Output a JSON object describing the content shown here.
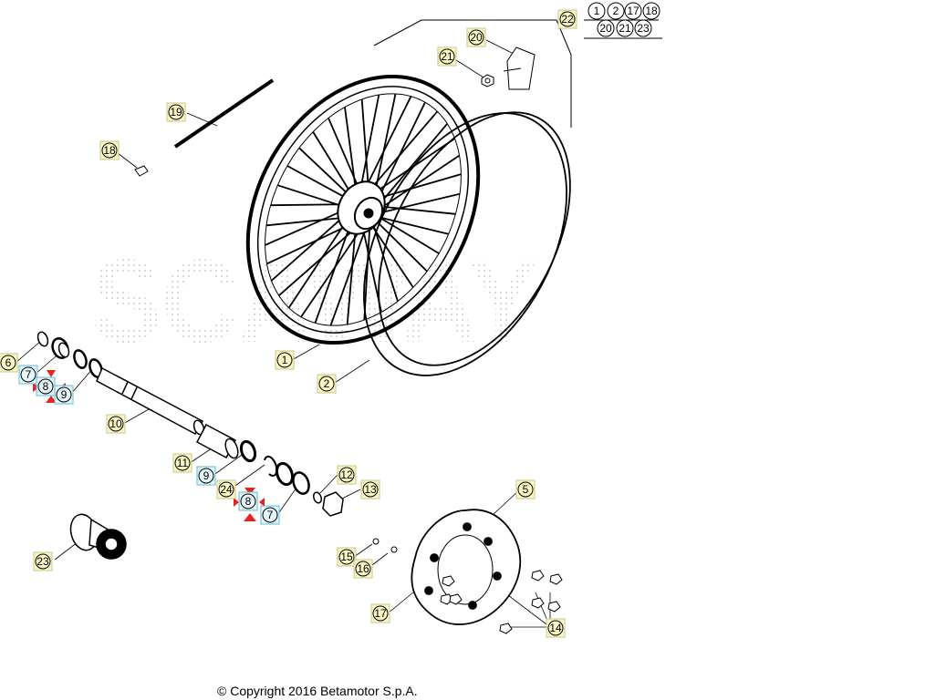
{
  "callouts": [
    "1",
    "2",
    "5",
    "6",
    "7",
    "8",
    "9",
    "10",
    "11",
    "9",
    "24",
    "8",
    "7",
    "12",
    "13",
    "14",
    "15",
    "16",
    "17",
    "18",
    "19",
    "20",
    "21",
    "22",
    "23"
  ],
  "kit_contents": [
    "1",
    "2",
    "17",
    "18",
    "20",
    "21",
    "23"
  ],
  "watermark": "SCAWAY",
  "copyright": "© Copyright 2016 Betamotor S.p.A.",
  "colors": {
    "callout_fill": "#fbf7c4",
    "callout_border": "#c9c48a",
    "callout_blue_fill": "#e5f6fb",
    "callout_blue_border": "#5fbcd6",
    "arrow_red": "#e52421",
    "watermark": "#c8c8c8"
  }
}
